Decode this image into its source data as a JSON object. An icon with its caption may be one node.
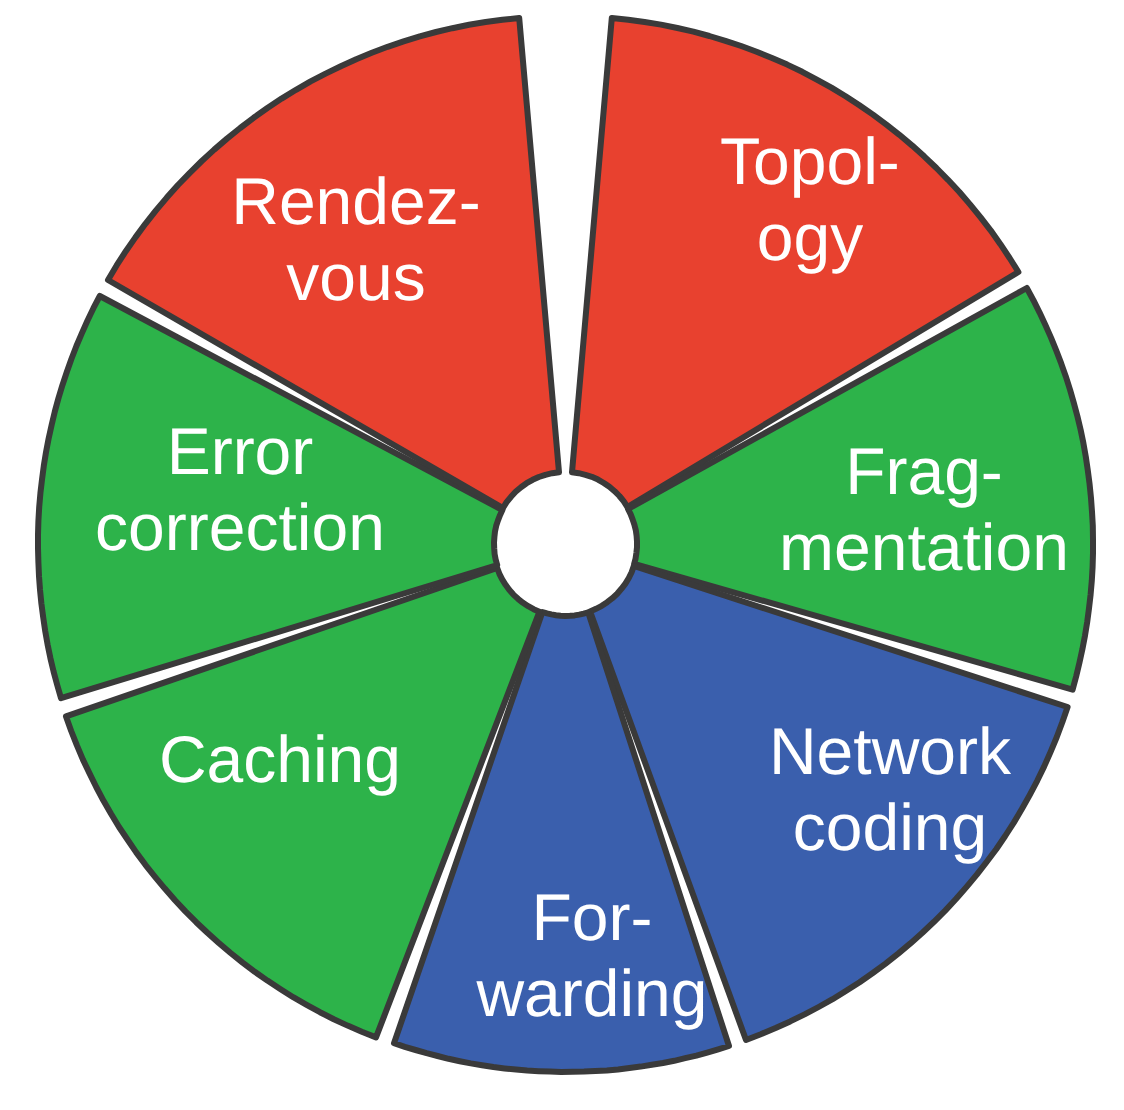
{
  "diagram": {
    "nodes": [
      {
        "text": [
          "Topol- ogy"
        ]
      },
      {
        "text": [
          "Frag- mentation"
        ]
      },
      {
        "text": [
          "Network coding"
        ]
      },
      {
        "text": [
          "For- warding"
        ]
      },
      {
        "text": [
          "Caching"
        ]
      },
      {
        "text": [
          "Error correction"
        ]
      },
      {
        "text": [
          "Rendez- vous"
        ]
      }
    ]
  }
}
